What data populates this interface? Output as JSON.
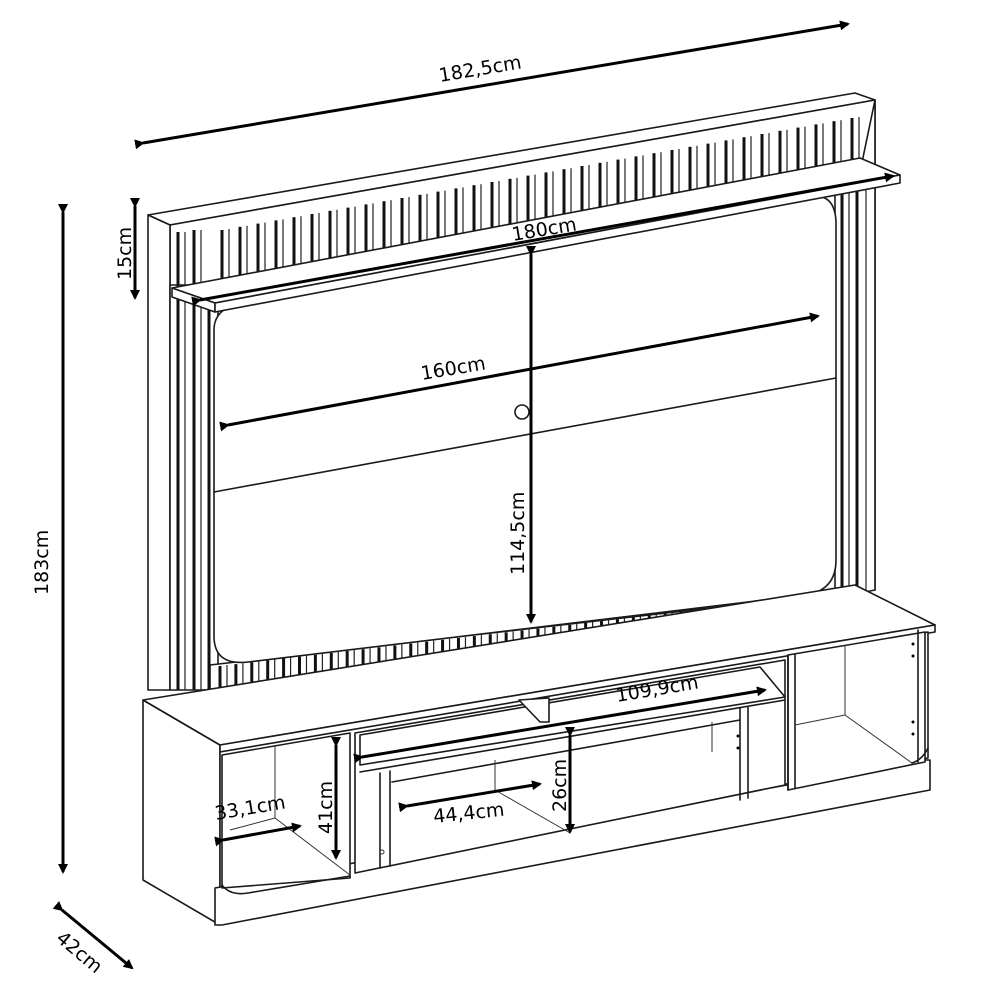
{
  "figure": {
    "subject": "TV rack with slatted back panel — dimension drawing",
    "line_color": "#1a1a1a",
    "background_color": "#ffffff"
  },
  "dimensions": {
    "overall_width": "182,5cm",
    "overall_height": "183cm",
    "depth": "42cm",
    "top_shelf_height": "15cm",
    "top_shelf_width": "180cm",
    "tv_panel_width": "160cm",
    "tv_panel_height": "114,5cm",
    "center_niche_width": "109,9cm",
    "left_niche_width": "33,1cm",
    "left_niche_height": "41cm",
    "lower_compartment_width": "44,4cm",
    "lower_compartment_height": "26cm"
  },
  "parts": {
    "back_panel": "slatted back panel",
    "top_shelf": "top shelf",
    "tv_mount": "tv mounting panel",
    "base_cabinet": "base cabinet",
    "left_niche": "left open niche",
    "center_niche": "center niche",
    "right_niche": "right open niche",
    "plinth": "plinth"
  }
}
